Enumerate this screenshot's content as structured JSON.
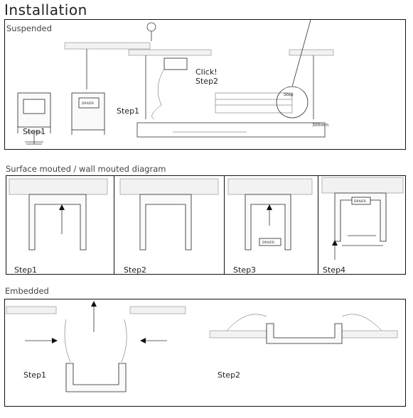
{
  "title": "Installation",
  "sections": {
    "suspended": {
      "label": "Suspended",
      "steps": {
        "step1_left": "Step1",
        "step1_mid": "Step1",
        "click": "Click!",
        "step2": "Step2"
      },
      "dimension": "300mm",
      "driver": "DRIVER",
      "zoom_text": "Step"
    },
    "surface": {
      "label": "Surface mouted / wall mouted diagram",
      "panels": [
        {
          "step": "Step1"
        },
        {
          "step": "Step2"
        },
        {
          "step": "Step3",
          "driver": "DRIVER"
        },
        {
          "step": "Step4",
          "driver": "DRIVER"
        }
      ]
    },
    "embedded": {
      "label": "Embedded",
      "steps": {
        "step1": "Step1",
        "step2": "Step2"
      }
    }
  }
}
